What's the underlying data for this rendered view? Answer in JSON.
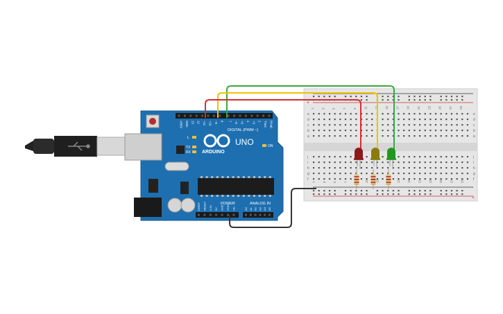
{
  "board": {
    "brand": "ARDUINO",
    "model": "UNO",
    "on_label": "ON",
    "l_label": "L",
    "tx_label": "TX",
    "rx_label": "RX",
    "digital_label": "DIGITAL (PWM ~)",
    "power_label": "POWER",
    "analog_label": "ANALOG IN",
    "top_pins": [
      "AREF",
      "GND",
      "13",
      "12",
      "~11",
      "~10",
      "~9",
      "8",
      "7",
      "~6",
      "~5",
      "4",
      "~3",
      "2",
      "TX▸1",
      "RX◂0"
    ],
    "power_pins": [
      "IOREF",
      "RESET",
      "3.3V",
      "5V",
      "GND",
      "GND",
      "Vin"
    ],
    "analog_pins": [
      "A0",
      "A1",
      "A2",
      "A3",
      "A4",
      "A5"
    ]
  },
  "breadboard": {
    "row_letters_top": [
      "a",
      "b",
      "c",
      "d",
      "e"
    ],
    "row_letters_bottom": [
      "f",
      "g",
      "h",
      "i",
      "j"
    ],
    "column_numbers": [
      "1",
      "",
      "3",
      "",
      "5",
      "",
      "7",
      "",
      "9",
      "",
      "11",
      "",
      "13",
      "",
      "15",
      "",
      "17",
      "",
      "19",
      "",
      "21",
      "",
      "23",
      "",
      "25",
      "",
      "27",
      "",
      "29"
    ],
    "rail_plus": "+",
    "rail_minus": "-"
  },
  "components": {
    "leds": [
      {
        "name": "red-led",
        "color": "#8b1a1a"
      },
      {
        "name": "yellow-led",
        "color": "#8b7a10"
      },
      {
        "name": "green-led",
        "color": "#1e9a1e"
      }
    ],
    "wire_colors": {
      "red": "#d32f2f",
      "yellow": "#f2c200",
      "green": "#3aa83a",
      "black": "#333333"
    },
    "board_color": "#1e6fb0"
  }
}
